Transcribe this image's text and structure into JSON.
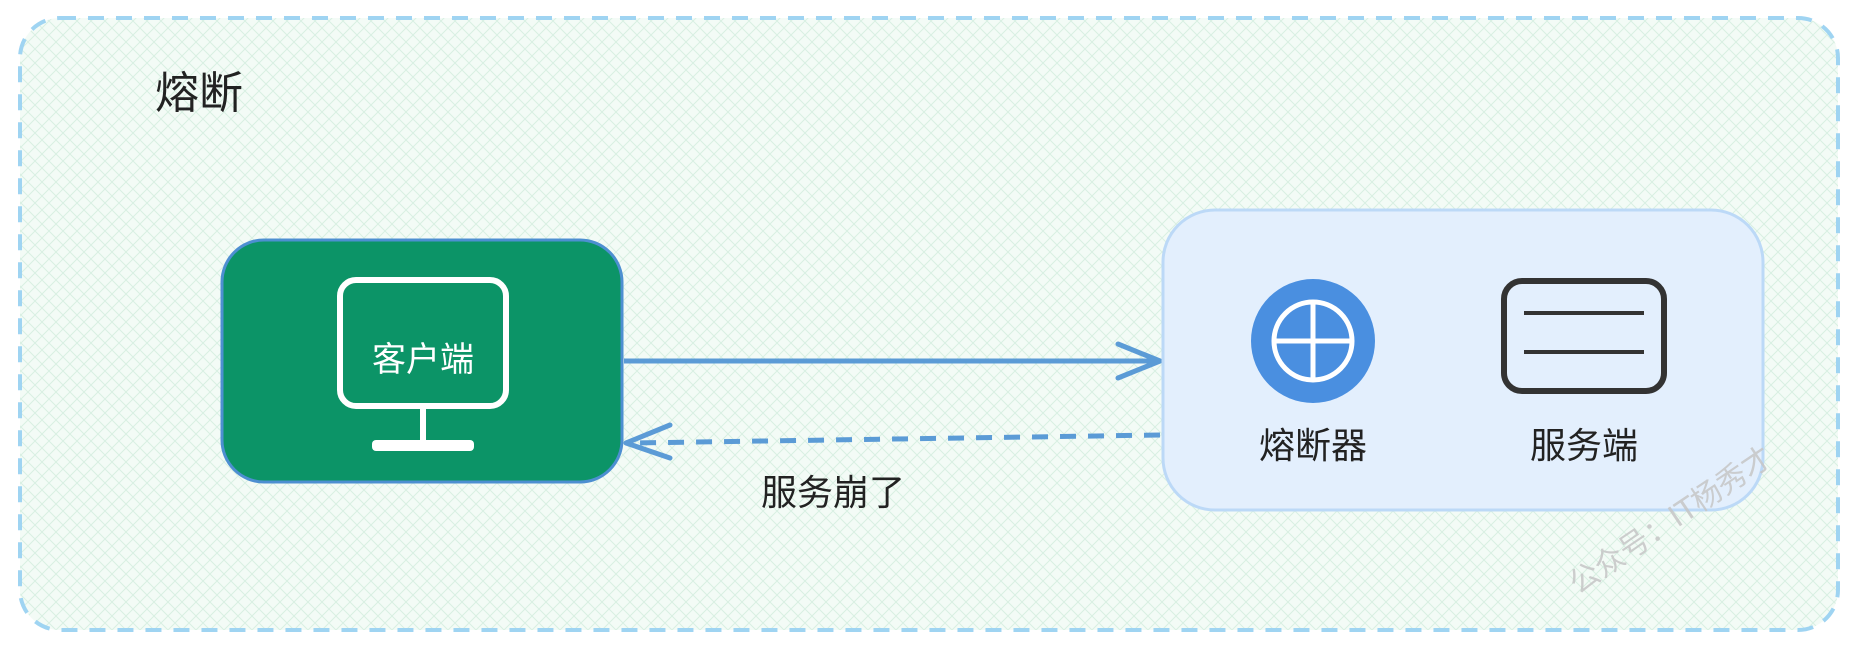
{
  "diagram": {
    "title": "熔断",
    "client": {
      "label": "客户端",
      "icon": "monitor-icon"
    },
    "server_group": {
      "breaker": {
        "label": "熔断器",
        "icon": "circle-plus-icon"
      },
      "server": {
        "label": "服务端",
        "icon": "server-icon"
      }
    },
    "return_label": "服务崩了",
    "watermark": "公众号：IT杨秀才",
    "colors": {
      "frame_border": "#9fd4f2",
      "frame_fill": "#f1fbf5",
      "client_fill": "#0c9467",
      "client_border": "#4d8fd1",
      "group_fill": "#e3effd",
      "group_border": "#bcd9f7",
      "arrow": "#5b9bd6",
      "breaker_fill": "#4a8fe0"
    }
  }
}
